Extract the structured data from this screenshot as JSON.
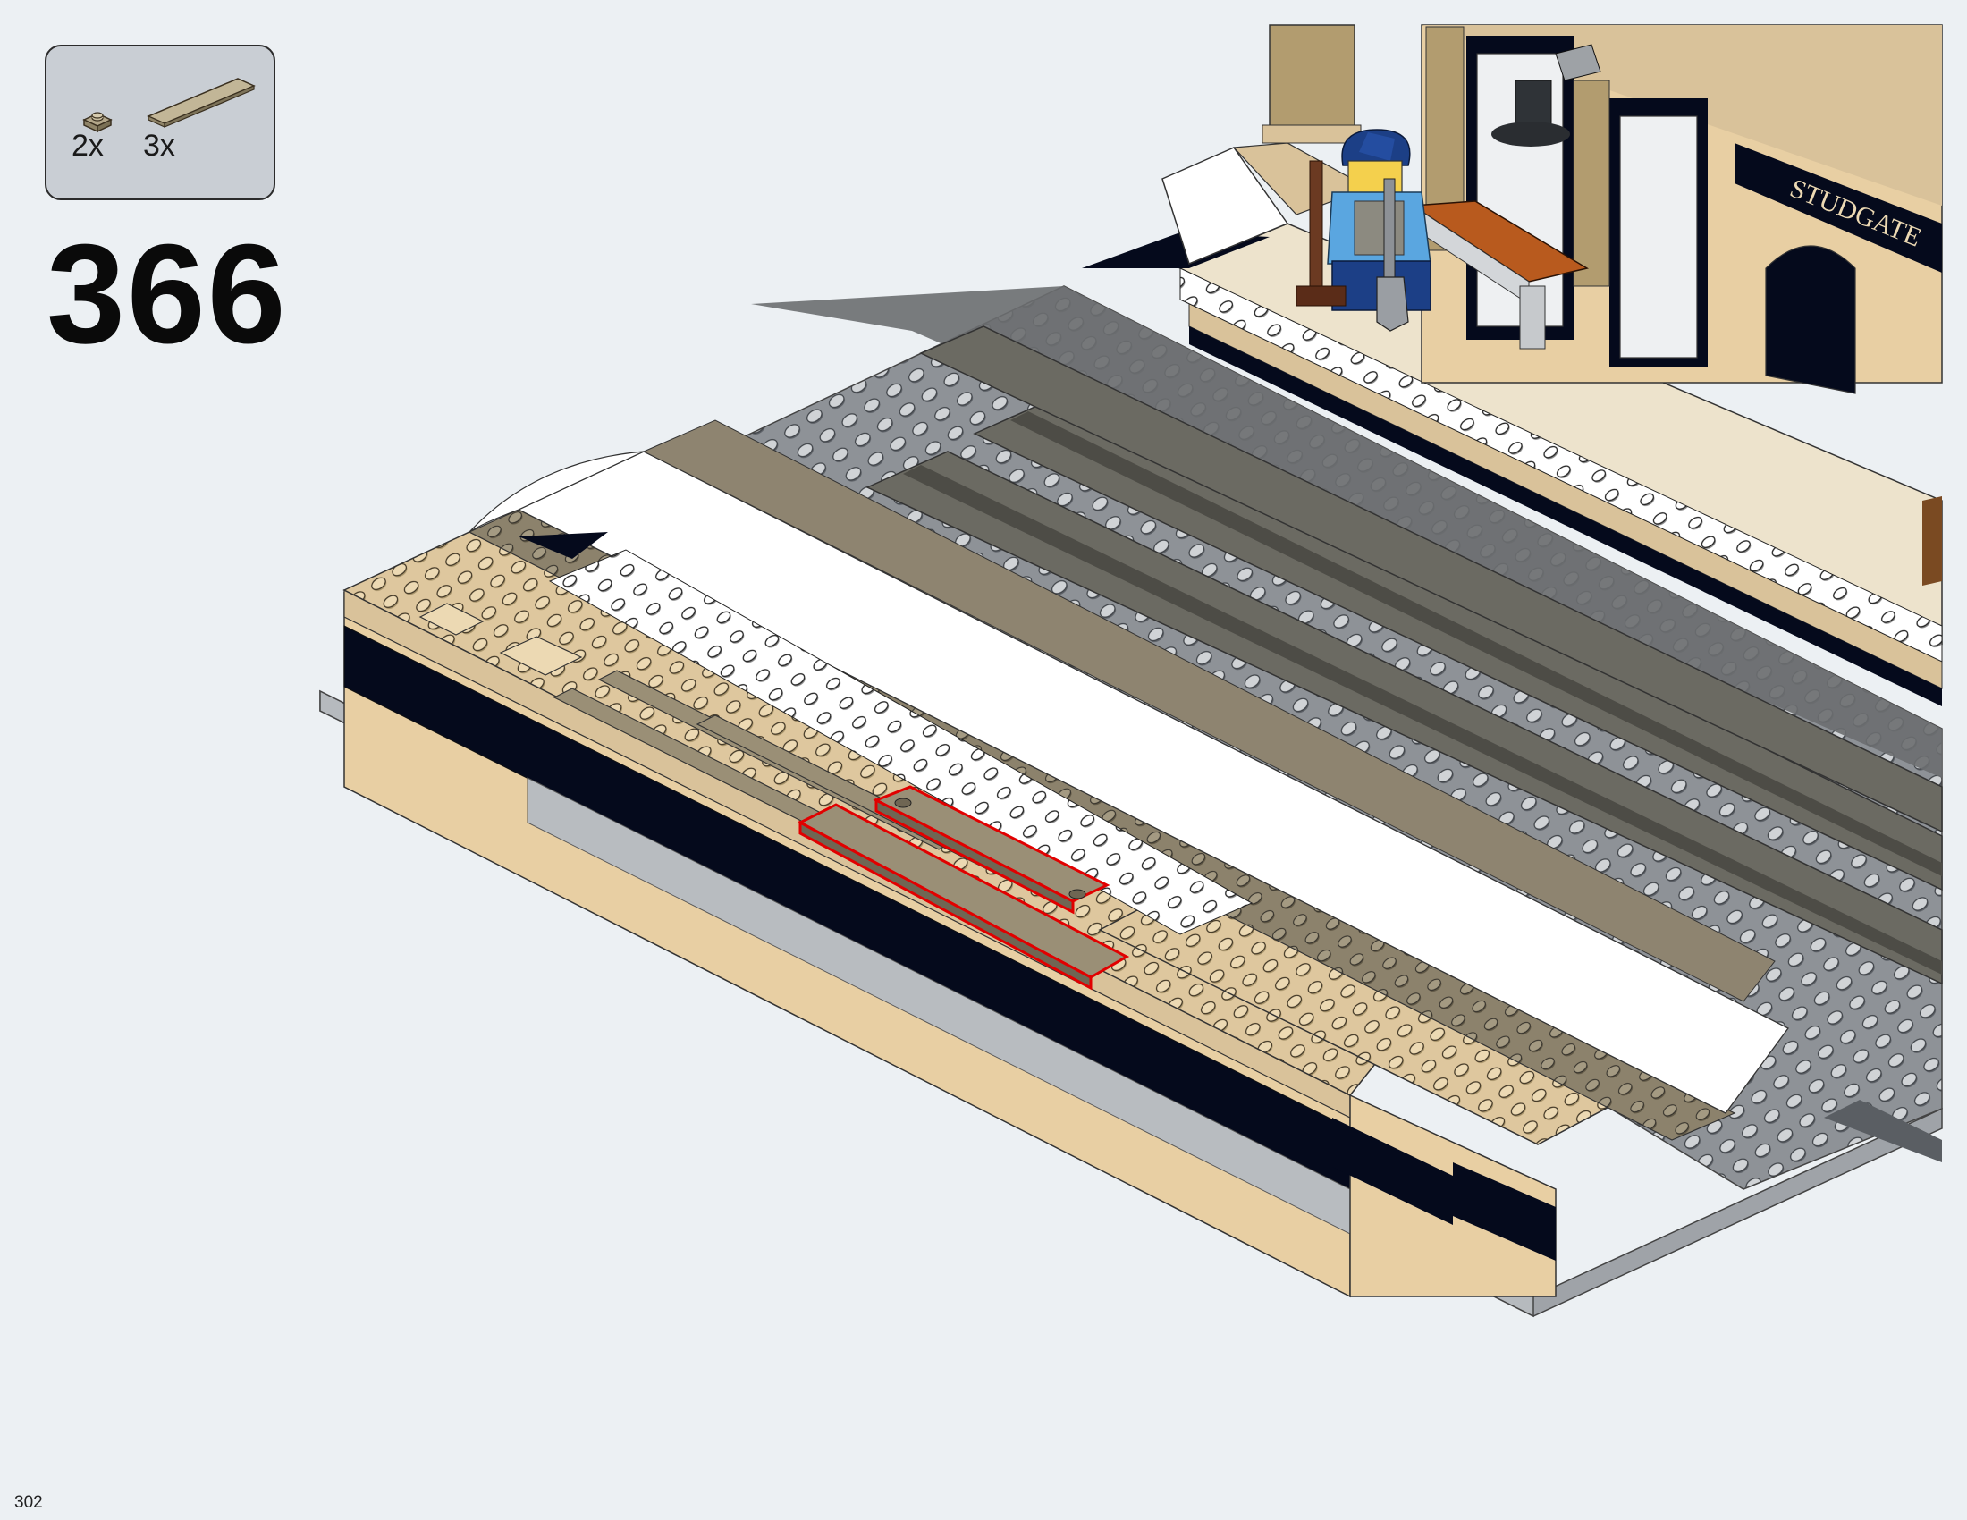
{
  "step": {
    "number": "366"
  },
  "parts_callout": {
    "items": [
      {
        "quantity": "2x",
        "part": "plate-1x1",
        "color": "#9c8f77"
      },
      {
        "quantity": "3x",
        "part": "tile-1x6",
        "color": "#b4a789"
      }
    ]
  },
  "scene": {
    "sign_text": "STUDGATE",
    "highlight_color": "#e10000"
  },
  "page_number": "302"
}
